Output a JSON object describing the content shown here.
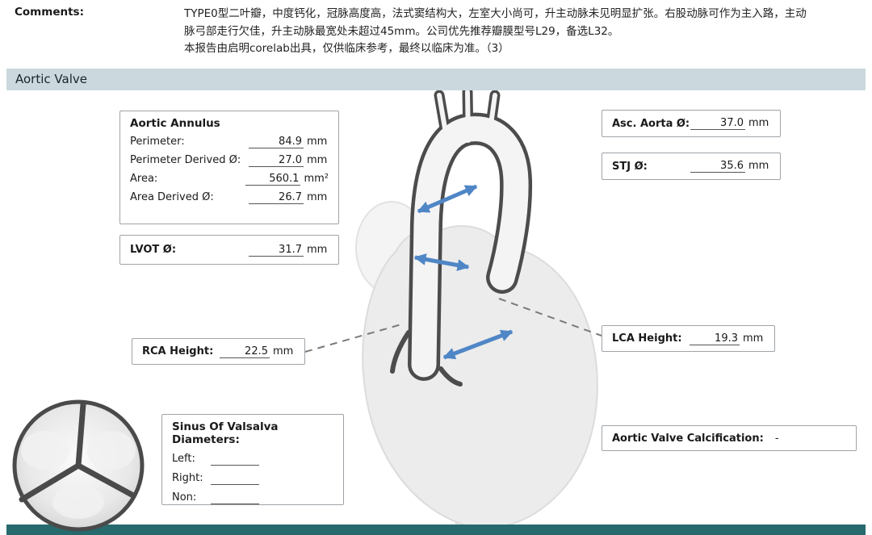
{
  "comments": {
    "label": "Comments:",
    "lines": [
      "TYPE0型二叶瓣，中度钙化，冠脉高度高，法式窦结构大，左室大小尚可，升主动脉未见明显扩张。右股动脉可作为主入路，主动",
      "脉弓部走行欠佳，升主动脉最宽处未超过45mm。公司优先推荐瓣膜型号L29，备选L32。",
      "本报告由启明corelab出具，仅供临床参考，最终以临床为准。（3）"
    ]
  },
  "section": {
    "title": "Aortic Valve"
  },
  "aortic_annulus": {
    "title": "Aortic Annulus",
    "rows": [
      {
        "label": "Perimeter:",
        "value": "84.9",
        "unit": "mm"
      },
      {
        "label": "Perimeter Derived Ø:",
        "value": "27.0",
        "unit": "mm"
      },
      {
        "label": "Area:",
        "value": "560.1",
        "unit": "mm²"
      },
      {
        "label": "Area Derived Ø:",
        "value": "26.7",
        "unit": "mm"
      }
    ]
  },
  "lvot": {
    "label": "LVOT Ø:",
    "value": "31.7",
    "unit": "mm"
  },
  "asc_aorta": {
    "label": "Asc. Aorta Ø:",
    "value": "37.0",
    "unit": "mm"
  },
  "stj": {
    "label": "STJ Ø:",
    "value": "35.6",
    "unit": "mm"
  },
  "rca_height": {
    "label": "RCA Height:",
    "value": "22.5",
    "unit": "mm"
  },
  "lca_height": {
    "label": "LCA Height:",
    "value": "19.3",
    "unit": "mm"
  },
  "sinus_of_valsalva": {
    "title": "Sinus Of Valsalva Diameters:",
    "rows": [
      {
        "label": "Left:",
        "value": ""
      },
      {
        "label": "Right:",
        "value": ""
      },
      {
        "label": "Non:",
        "value": ""
      }
    ]
  },
  "calcification": {
    "label": "Aortic Valve Calcification:",
    "value": "-"
  },
  "colors": {
    "section_header_bg": "#cbd8de",
    "footer_bar_bg": "#276a6d",
    "measure_arrow_blue": "#4f86c6"
  }
}
